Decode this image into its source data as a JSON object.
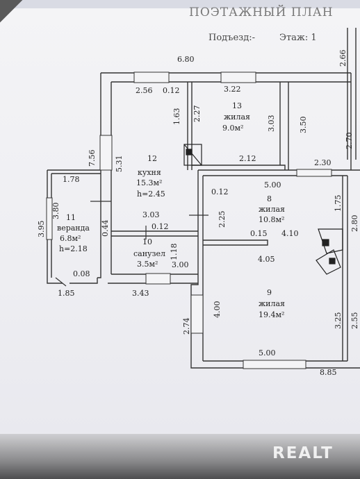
{
  "header": {
    "title": "ПОЭТАЖНЫЙ ПЛАН",
    "entrance_label": "Подъезд:-",
    "floor_label": "Этаж: 1"
  },
  "watermark": "REALT",
  "rooms": [
    {
      "number": "13",
      "name": "жилая",
      "area": "9.0м²",
      "height": ""
    },
    {
      "number": "12",
      "name": "кухня",
      "area": "15.3м²",
      "height": "h=2.45"
    },
    {
      "number": "11",
      "name": "веранда",
      "area": "6.8м²",
      "height": "h=2.18"
    },
    {
      "number": "10",
      "name": "санузел",
      "area": "3.5м²",
      "height": ""
    },
    {
      "number": "8",
      "name": "жилая",
      "area": "10.8м²",
      "height": ""
    },
    {
      "number": "9",
      "name": "жилая",
      "area": "19.4м²",
      "height": ""
    }
  ],
  "dimensions": [
    "6.80",
    "2.56",
    "0.12",
    "3.22",
    "1.63",
    "2.27",
    "3.03",
    "3.50",
    "7.56",
    "5.31",
    "2.12",
    "2.30",
    "1.78",
    "3.80",
    "3.95",
    "0.44",
    "3.03",
    "0.12",
    "0.12",
    "2.25",
    "5.00",
    "1.18",
    "0.15",
    "4.10",
    "4.05",
    "3.00",
    "0.08",
    "1.85",
    "3.43",
    "4.00",
    "2.74",
    "5.00",
    "3.25",
    "2.55",
    "1.75",
    "2.80",
    "2.66",
    "2.70",
    "8.85"
  ]
}
